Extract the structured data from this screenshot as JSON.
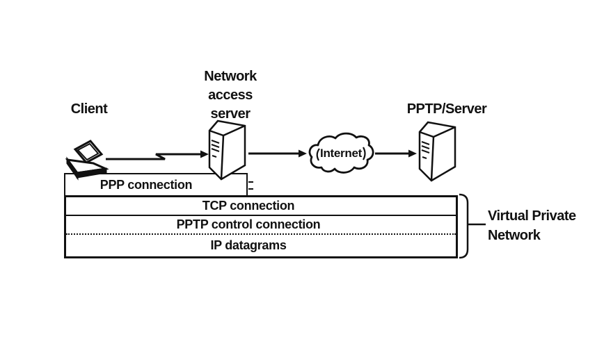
{
  "figure": {
    "title": "PPTP virtual private network diagram",
    "colors": {
      "ink": "#111111",
      "background": "#ffffff"
    },
    "nodes": {
      "client": {
        "label": "Client",
        "icon": "laptop-icon"
      },
      "network_access_server": {
        "label": "Network\naccess\nserver",
        "icon": "server-tower-icon"
      },
      "internet": {
        "label": "Internet",
        "icon": "cloud-icon"
      },
      "pptp_server": {
        "label": "PPTP/Server",
        "icon": "server-tower-icon"
      }
    },
    "connection_layers": [
      {
        "id": "ppp",
        "label": "PPP connection"
      },
      {
        "id": "tcp",
        "label": "TCP connection"
      },
      {
        "id": "pptp_control",
        "label": "PPTP control connection"
      },
      {
        "id": "ip",
        "label": "IP datagrams"
      }
    ],
    "vpn_brace_label": "Virtual Private\nNetwork"
  }
}
